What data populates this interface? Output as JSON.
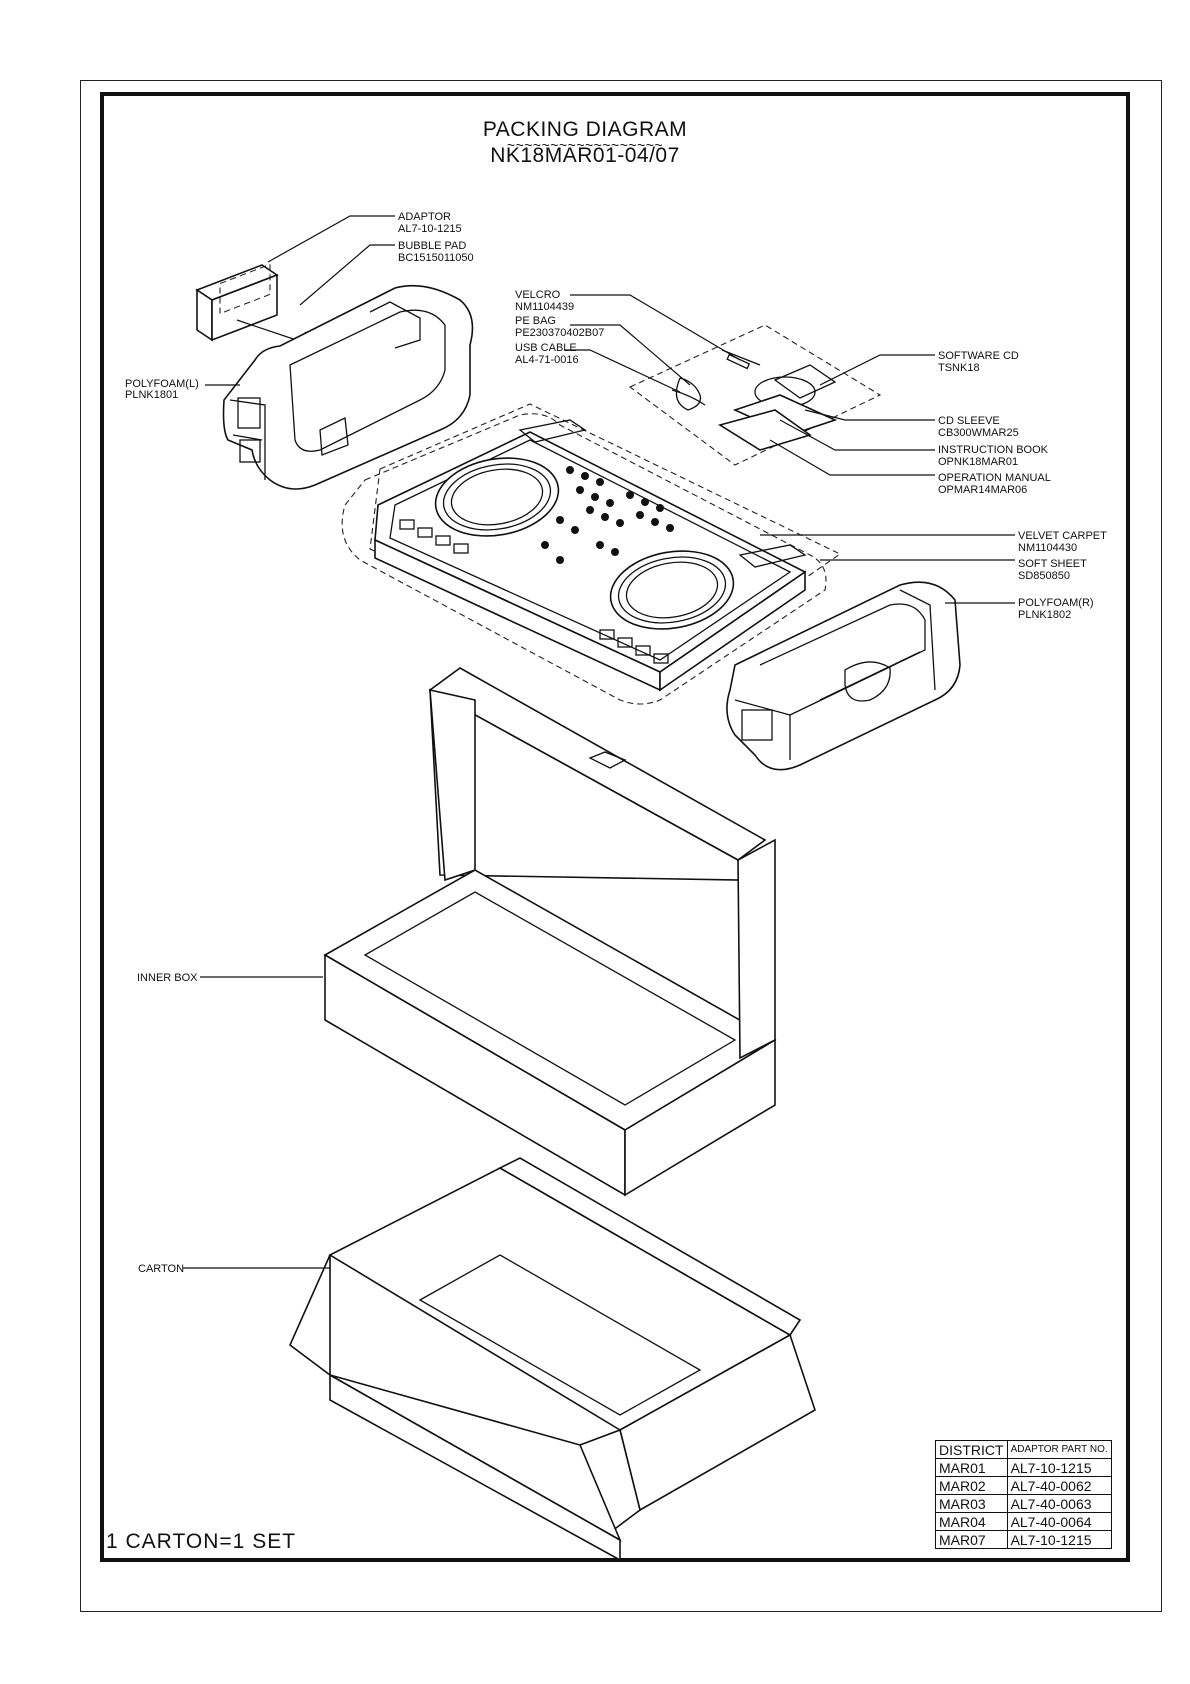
{
  "title": "PACKING DIAGRAM",
  "title_underline": "~~~~~~~~~~~~~~~~~~",
  "subtitle": "NK18MAR01-04/07",
  "labels": {
    "adaptor": "ADAPTOR",
    "adaptor_no": "AL7-10-1215",
    "bubble_pad": "BUBBLE PAD",
    "bubble_pad_no": "BC1515011050",
    "velcro": "VELCRO",
    "velcro_no": "NM1104439",
    "pe_bag": "PE BAG",
    "pe_bag_no": "PE230370402B07",
    "usb_cable": "USB CABLE",
    "usb_cable_no": "AL4-71-0016",
    "software_cd": "SOFTWARE CD",
    "software_cd_no": "TSNK18",
    "polyfoam_l": "POLYFOAM(L)",
    "polyfoam_l_no": "PLNK1801",
    "cd_sleeve": "CD SLEEVE",
    "cd_sleeve_no": "CB300WMAR25",
    "instruction_book": "INSTRUCTION BOOK",
    "instruction_book_no": "OPNK18MAR01",
    "operation_manual": "OPERATION MANUAL",
    "operation_manual_no": "OPMAR14MAR06",
    "velvet_carpet": "VELVET CARPET",
    "velvet_carpet_no": "NM1104430",
    "soft_sheet": "SOFT SHEET",
    "soft_sheet_no": "SD850850",
    "polyfoam_r": "POLYFOAM(R)",
    "polyfoam_r_no": "PLNK1802",
    "inner_box": "INNER BOX",
    "carton": "CARTON"
  },
  "footer": "1 CARTON=1 SET",
  "district_table": {
    "headers": [
      "DISTRICT",
      "ADAPTOR PART NO."
    ],
    "rows": [
      [
        "MAR01",
        "AL7-10-1215"
      ],
      [
        "MAR02",
        "AL7-40-0062"
      ],
      [
        "MAR03",
        "AL7-40-0063"
      ],
      [
        "MAR04",
        "AL7-40-0064"
      ],
      [
        "MAR07",
        "AL7-10-1215"
      ]
    ]
  }
}
